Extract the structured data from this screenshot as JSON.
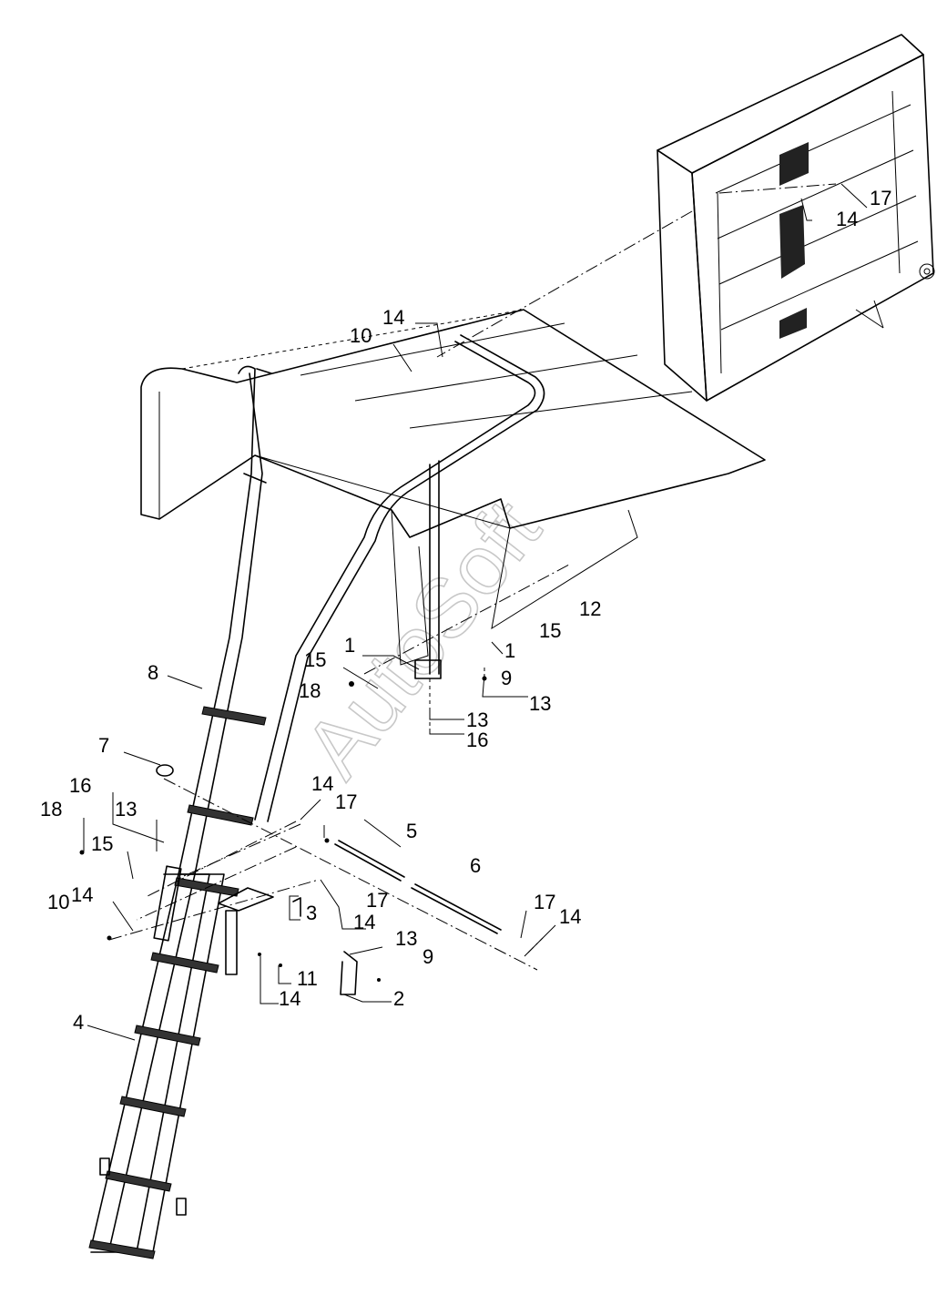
{
  "watermark": "AutoSoft",
  "callouts": [
    {
      "id": "c14a",
      "text": "14"
    },
    {
      "id": "c17a",
      "text": "17"
    },
    {
      "id": "c10a",
      "text": "10"
    },
    {
      "id": "c14b",
      "text": "14"
    },
    {
      "id": "c12",
      "text": "12"
    },
    {
      "id": "c15a",
      "text": "15"
    },
    {
      "id": "c1a",
      "text": "1"
    },
    {
      "id": "c1b",
      "text": "1"
    },
    {
      "id": "c15b",
      "text": "15"
    },
    {
      "id": "c9a",
      "text": "9"
    },
    {
      "id": "c18a",
      "text": "18"
    },
    {
      "id": "c13a",
      "text": "13"
    },
    {
      "id": "c13b",
      "text": "13"
    },
    {
      "id": "c16a",
      "text": "16"
    },
    {
      "id": "c8",
      "text": "8"
    },
    {
      "id": "c7",
      "text": "7"
    },
    {
      "id": "c16b",
      "text": "16"
    },
    {
      "id": "c13c",
      "text": "13"
    },
    {
      "id": "c18b",
      "text": "18"
    },
    {
      "id": "c15c",
      "text": "15"
    },
    {
      "id": "c14c",
      "text": "14"
    },
    {
      "id": "c17b",
      "text": "17"
    },
    {
      "id": "c5",
      "text": "5"
    },
    {
      "id": "c6",
      "text": "6"
    },
    {
      "id": "c10b",
      "text": "10"
    },
    {
      "id": "c14d",
      "text": "14"
    },
    {
      "id": "c3",
      "text": "3"
    },
    {
      "id": "c17c",
      "text": "17"
    },
    {
      "id": "c14e",
      "text": "14"
    },
    {
      "id": "c17d",
      "text": "17"
    },
    {
      "id": "c14f",
      "text": "14"
    },
    {
      "id": "c13d",
      "text": "13"
    },
    {
      "id": "c9b",
      "text": "9"
    },
    {
      "id": "c11",
      "text": "11"
    },
    {
      "id": "c14g",
      "text": "14"
    },
    {
      "id": "c2",
      "text": "2"
    },
    {
      "id": "c4",
      "text": "4"
    }
  ]
}
